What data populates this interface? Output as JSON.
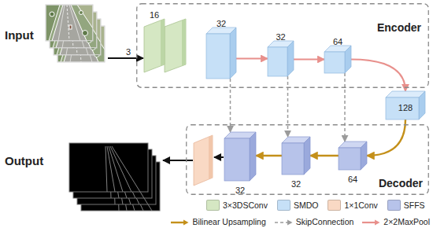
{
  "diagram": {
    "nodes": [
      {
        "text": [
          "Encoder"
        ]
      },
      {
        "text": [
          "16"
        ],
        "in": 0
      },
      {
        "text": [
          "32"
        ],
        "in": 0
      },
      {
        "text": [
          "32"
        ],
        "in": 0
      },
      {
        "text": [
          "64"
        ],
        "in": 0
      },
      {
        "text": [
          "128"
        ]
      },
      {
        "text": [
          "Decoder"
        ]
      },
      {
        "text": [
          "64"
        ],
        "in": 6
      },
      {
        "text": [
          "32"
        ],
        "in": 6
      },
      {
        "text": [
          "32"
        ],
        "in": 6
      }
    ],
    "edges": [
      {
        "from": 2,
        "to": 3,
        "arrow": "to"
      },
      {
        "from": 3,
        "to": 4,
        "arrow": "to"
      },
      {
        "from": 4,
        "to": 5,
        "arrow": "to"
      },
      {
        "from": 5,
        "to": 7,
        "arrow": "to"
      },
      {
        "from": 7,
        "to": 8,
        "arrow": "to"
      },
      {
        "from": 8,
        "to": 9,
        "arrow": "to"
      },
      {
        "from": 4,
        "to": 7,
        "arrow": "to"
      },
      {
        "from": 3,
        "to": 8,
        "arrow": "to"
      },
      {
        "from": 2,
        "to": 9,
        "arrow": "to"
      }
    ],
    "labels": [
      "Input",
      "3",
      "Output"
    ],
    "legend": [
      {
        "text": "3×3DSConv",
        "color": "#d5e7c3"
      },
      {
        "text": "SMDO",
        "color": "#c6e0f7"
      },
      {
        "text": "1×1Conv",
        "color": "#f9d9c4"
      },
      {
        "text": "SFFS",
        "color": "#b7c3ea"
      },
      {
        "text": "Bilinear Upsampling"
      },
      {
        "text": "SkipConnection"
      },
      {
        "text": "2×2MaxPool"
      }
    ]
  }
}
